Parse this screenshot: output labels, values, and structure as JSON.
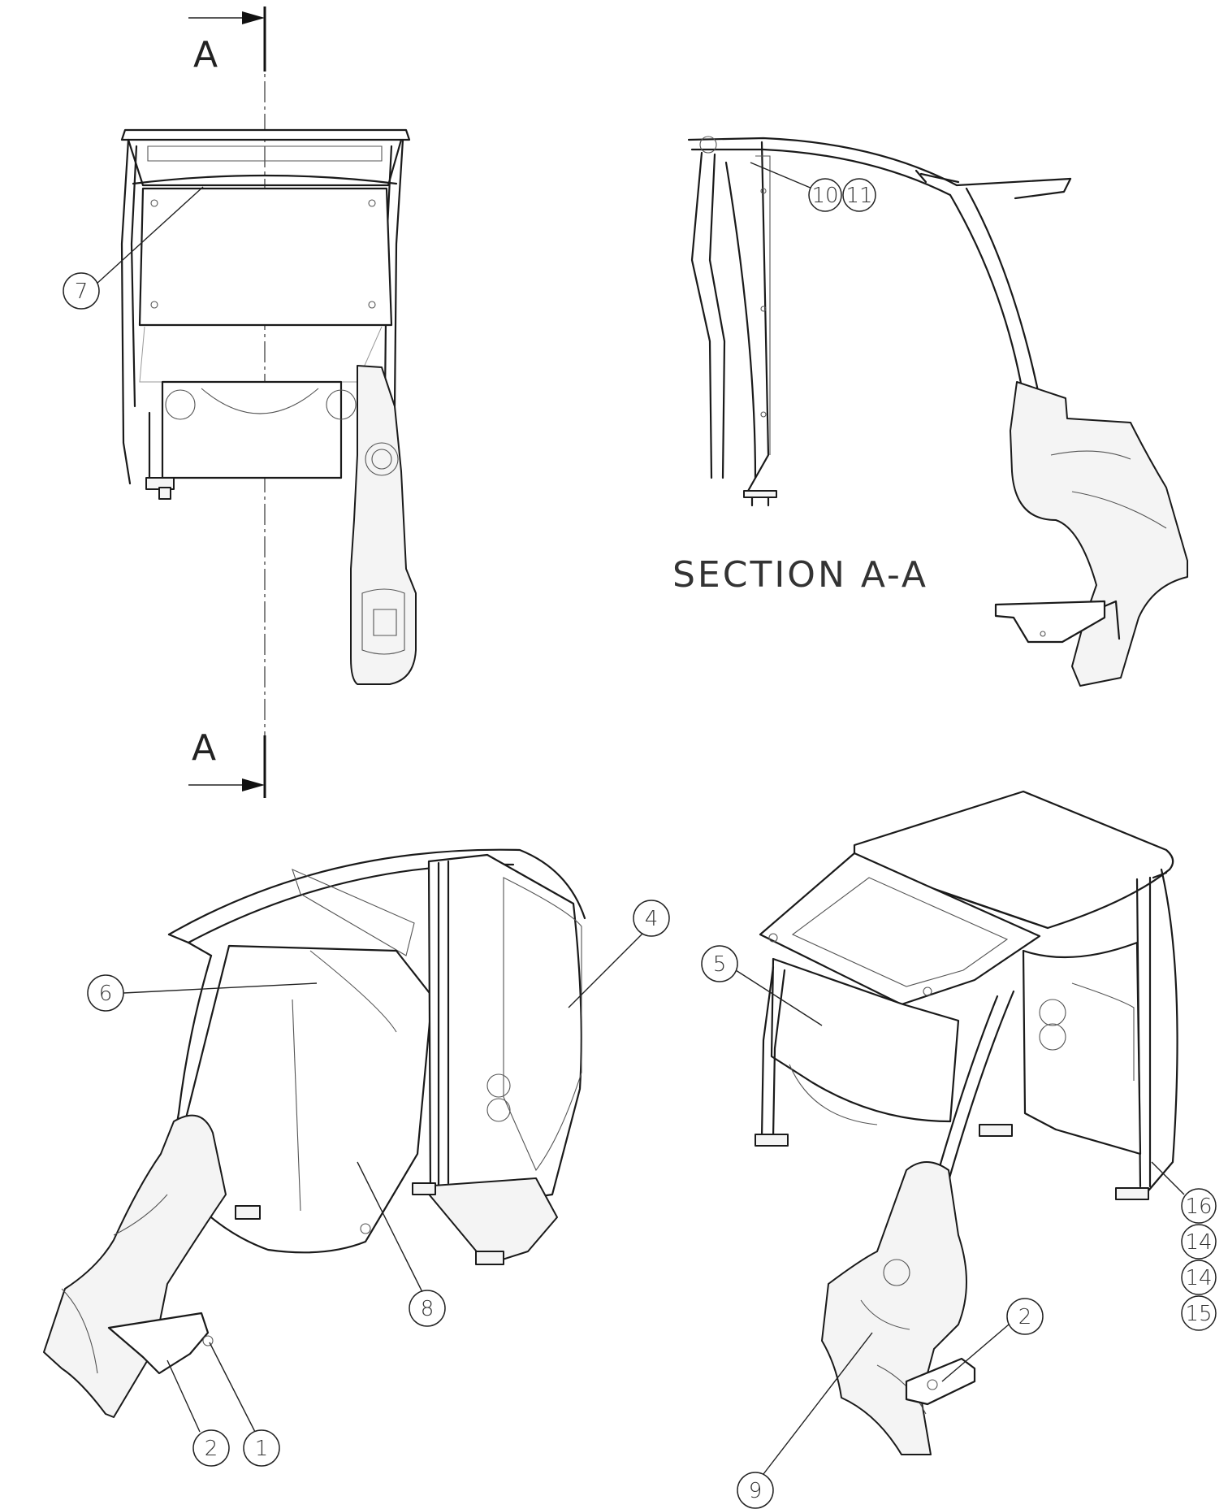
{
  "section_marker": {
    "top": "A",
    "bottom": "A"
  },
  "section_title": "SECTION A-A",
  "balloons": {
    "b7": "7",
    "b10": "10",
    "b11": "11",
    "b4": "4",
    "b6": "6",
    "b5": "5",
    "b8": "8",
    "b16": "16",
    "b14a": "14",
    "b14b": "14",
    "b15": "15",
    "b2_left": "2",
    "b1": "1",
    "b2_right": "2",
    "b9": "9"
  }
}
